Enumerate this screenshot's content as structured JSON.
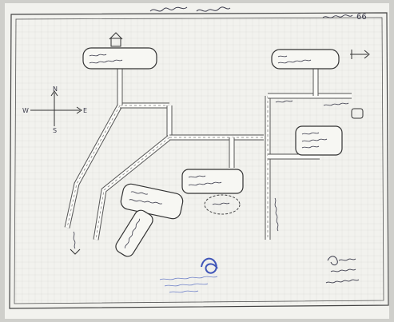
{
  "compass": {
    "north": "N",
    "south": "S",
    "east": "E",
    "west": "W"
  },
  "header": {
    "number": "66"
  },
  "colors": {
    "paper": "#f3f3ef",
    "ink": "#3a3a4a",
    "road": "#ffffff",
    "stamp": "#3f55b8",
    "background": "#cfcfcb"
  }
}
